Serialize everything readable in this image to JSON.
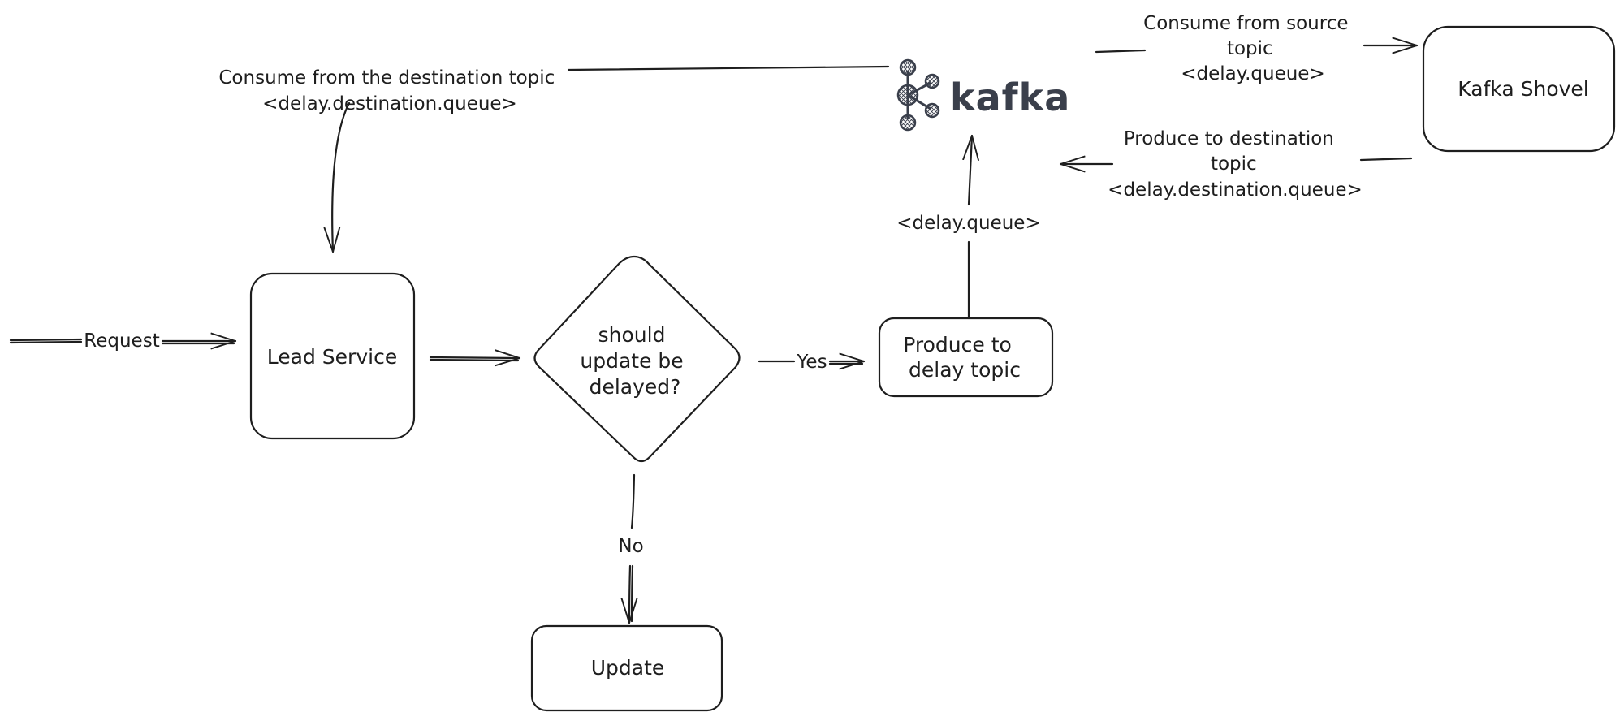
{
  "nodes": {
    "lead_service": {
      "label": "Lead Service"
    },
    "decision": {
      "lines": [
        "should",
        "update be",
        "delayed?"
      ]
    },
    "produce_delay": {
      "lines": [
        "Produce to",
        "delay topic"
      ]
    },
    "update": {
      "label": "Update"
    },
    "kafka_shovel": {
      "label": "Kafka Shovel"
    },
    "kafka_logo": {
      "label": "kafka",
      "icon": "kafka-logo-icon"
    }
  },
  "edges": {
    "request": {
      "label": "Request"
    },
    "yes": {
      "label": "Yes"
    },
    "no": {
      "label": "No"
    },
    "delay_queue": {
      "label": "<delay.queue>"
    },
    "consume_destination": {
      "lines": [
        "Consume from the destination topic",
        "<delay.destination.queue>"
      ]
    },
    "consume_source": {
      "lines": [
        "Consume from source",
        "topic",
        "<delay.queue>"
      ]
    },
    "produce_destination": {
      "lines": [
        "Produce to destination",
        "topic",
        "<delay.destination.queue>"
      ]
    }
  },
  "colors": {
    "stroke": "#1e1e1e",
    "logo_text": "#3a3f4b",
    "background": "#ffffff"
  }
}
